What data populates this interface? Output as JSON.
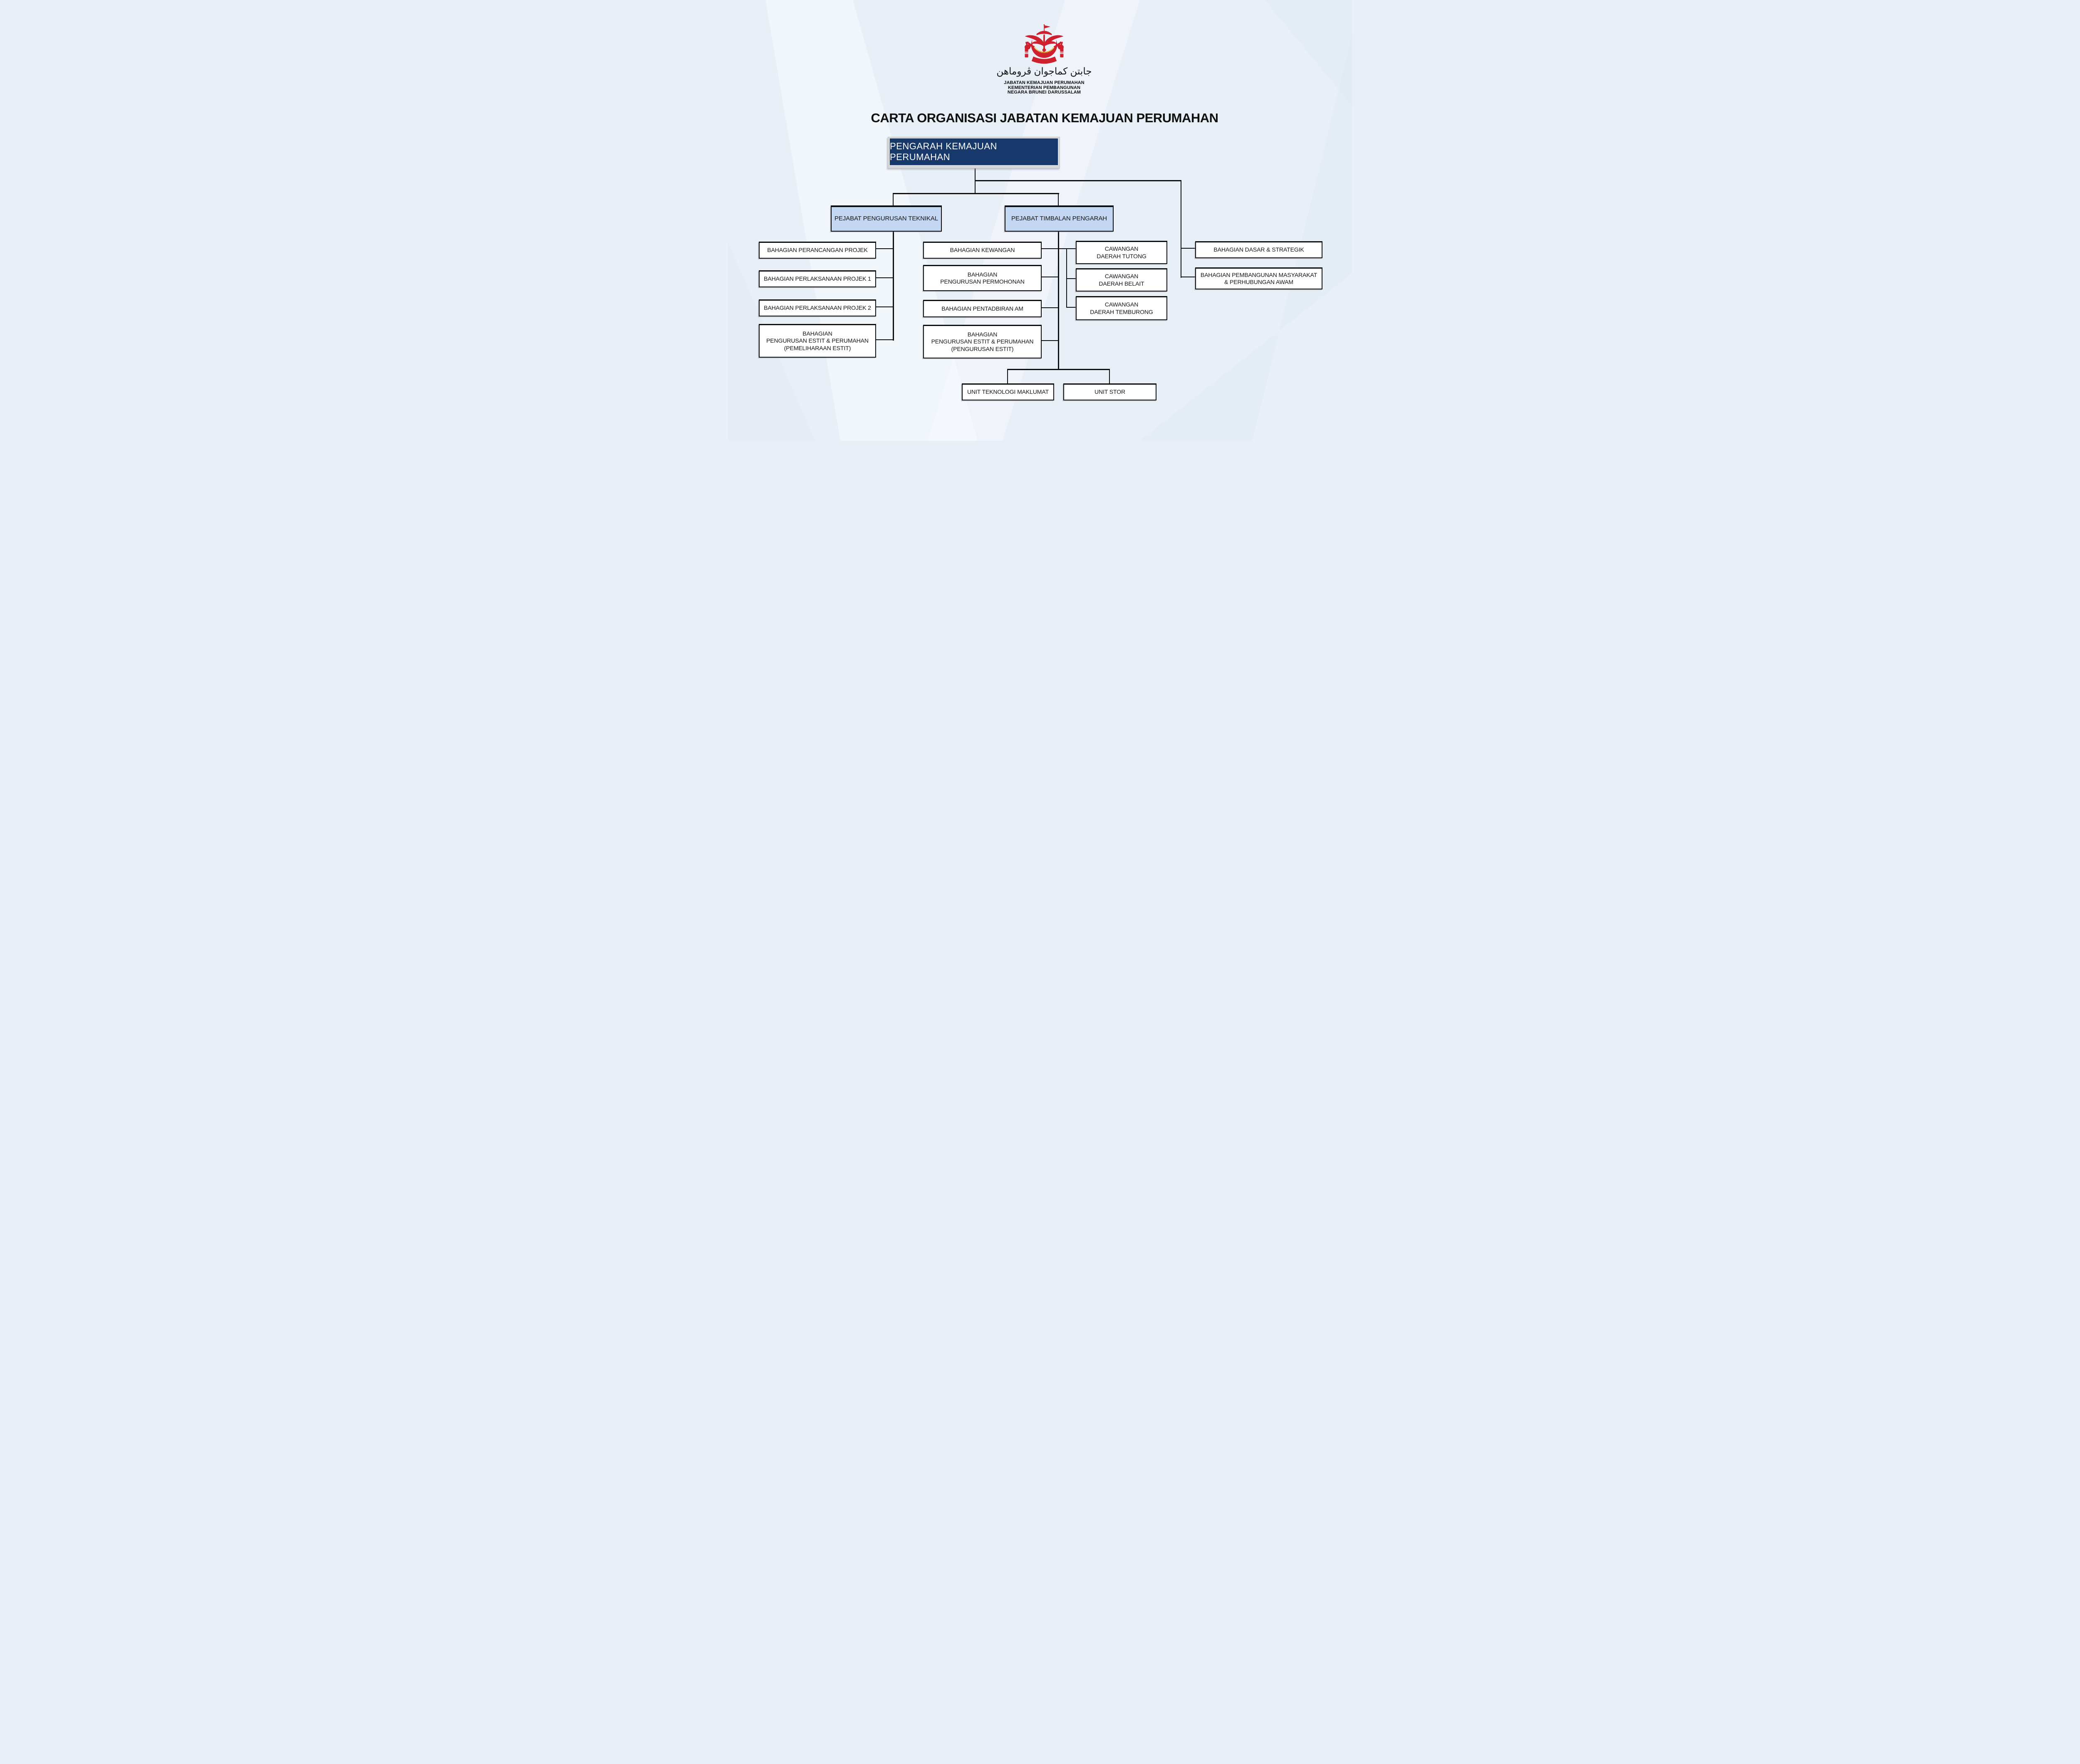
{
  "colors": {
    "background": "#e9eff6",
    "line": "#0d0d0d",
    "node_fill": "#ffffff",
    "office_fill": "#c3d7f2",
    "root_fill": "#16386b",
    "root_text": "#ffffff",
    "frame_gray": "#d8d8d8",
    "crest_red": "#ce202e",
    "crest_gold": "#f0c033"
  },
  "header": {
    "crest": "brunei-national-emblem",
    "jawi": "جابتن كماجوان ڤروماهن",
    "lines": [
      "JABATAN KEMAJUAN PERUMAHAN",
      "KEMENTERIAN PEMBANGUNAN",
      "NEGARA BRUNEI DARUSSALAM"
    ]
  },
  "title": "CARTA ORGANISASI JABATAN KEMAJUAN PERUMAHAN",
  "nodes": {
    "root": "PENGARAH KEMAJUAN PERUMAHAN",
    "offices": [
      "PEJABAT PENGURUSAN TEKNIKAL",
      "PEJABAT TIMBALAN PENGARAH"
    ],
    "left": [
      "BAHAGIAN PERANCANGAN PROJEK",
      "BAHAGIAN PERLAKSANAAN PROJEK 1",
      "BAHAGIAN PERLAKSANAAN PROJEK 2",
      "BAHAGIAN\nPENGURUSAN ESTIT & PERUMAHAN\n(PEMELIHARAAN ESTIT)"
    ],
    "middle": [
      "BAHAGIAN KEWANGAN",
      "BAHAGIAN\nPENGURUSAN PERMOHONAN",
      "BAHAGIAN PENTADBIRAN AM",
      "BAHAGIAN\nPENGURUSAN ESTIT & PERUMAHAN\n(PENGURUSAN ESTIT)"
    ],
    "branches": [
      "CAWANGAN\nDAERAH TUTONG",
      "CAWANGAN\nDAERAH BELAIT",
      "CAWANGAN\nDAERAH TEMBURONG"
    ],
    "right": [
      "BAHAGIAN DASAR & STRATEGIK",
      "BAHAGIAN PEMBANGUNAN MASYARAKAT\n& PERHUBUNGAN AWAM"
    ],
    "units": [
      "UNIT TEKNOLOGI MAKLUMAT",
      "UNIT STOR"
    ]
  }
}
